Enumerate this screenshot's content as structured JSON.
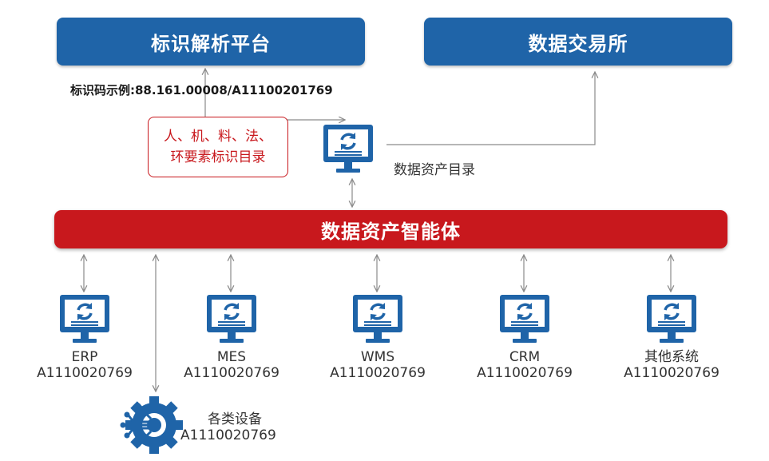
{
  "top": {
    "platform_title": "标识解析平台",
    "exchange_title": "数据交易所"
  },
  "id_example": "标识码示例:88.161.00008/A11100201769",
  "catalog_note": {
    "line1": "人、机、料、法、",
    "line2": "环要素标识目录"
  },
  "asset_catalog_label": "数据资产目录",
  "agent_title": "数据资产智能体",
  "systems": [
    {
      "name": "ERP",
      "code": "A1110020769"
    },
    {
      "name": "MES",
      "code": "A1110020769"
    },
    {
      "name": "WMS",
      "code": "A1110020769"
    },
    {
      "name": "CRM",
      "code": "A1110020769"
    },
    {
      "name": "其他系统",
      "code": "A1110020769"
    }
  ],
  "devices": {
    "name": "各类设备",
    "code": "A1110020769"
  },
  "colors": {
    "blue": "#1f64a8",
    "red": "#c8181d",
    "arrow": "#8a8a8a"
  }
}
